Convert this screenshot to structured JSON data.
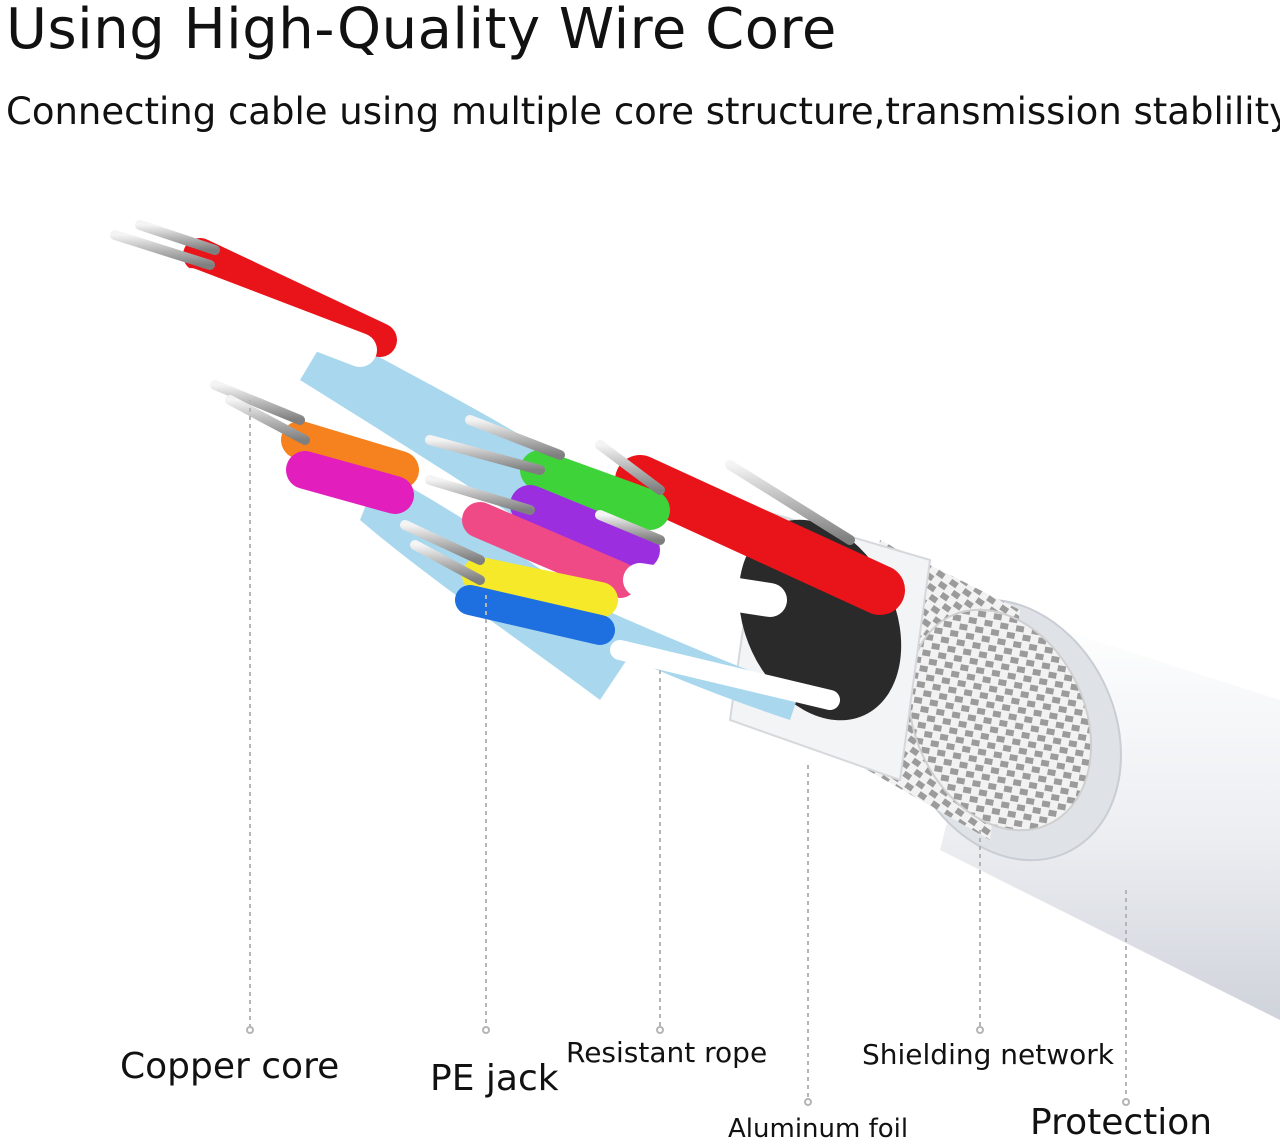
{
  "header": {
    "title": "Using High-Quality Wire Core",
    "subtitle": "Connecting cable using multiple core structure,transmission stablility!"
  },
  "labels": {
    "copper_core": "Copper core",
    "pe_jack": "PE jack",
    "resistant_rope": "Resistant rope",
    "shielding_network": "Shielding network",
    "aluminum_foil": "Aluminum foil",
    "protection": "Protection"
  },
  "colors": {
    "red": "#e8141a",
    "orange": "#f5821f",
    "magenta": "#e21fbd",
    "yellow": "#f5e92a",
    "green": "#3fd33a",
    "purple": "#9b2fe0",
    "pink": "#f04a86",
    "blue": "#1e6fe0",
    "foil": "#a9d8ee",
    "jacket": "#eef0f3"
  }
}
